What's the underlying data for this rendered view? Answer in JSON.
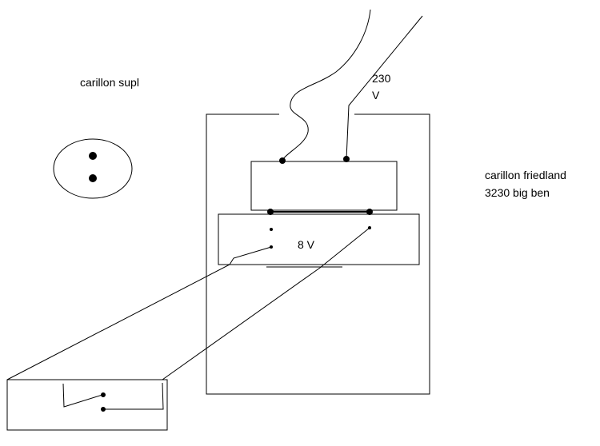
{
  "labels": {
    "carillon_supl": "carillon supl",
    "voltage_in_value": "230",
    "voltage_in_unit": "V",
    "voltage_low": "8 V",
    "device_line1": "carillon friedland",
    "device_line2": "3230 big ben"
  },
  "colors": {
    "stroke": "#000000",
    "background": "#ffffff"
  }
}
